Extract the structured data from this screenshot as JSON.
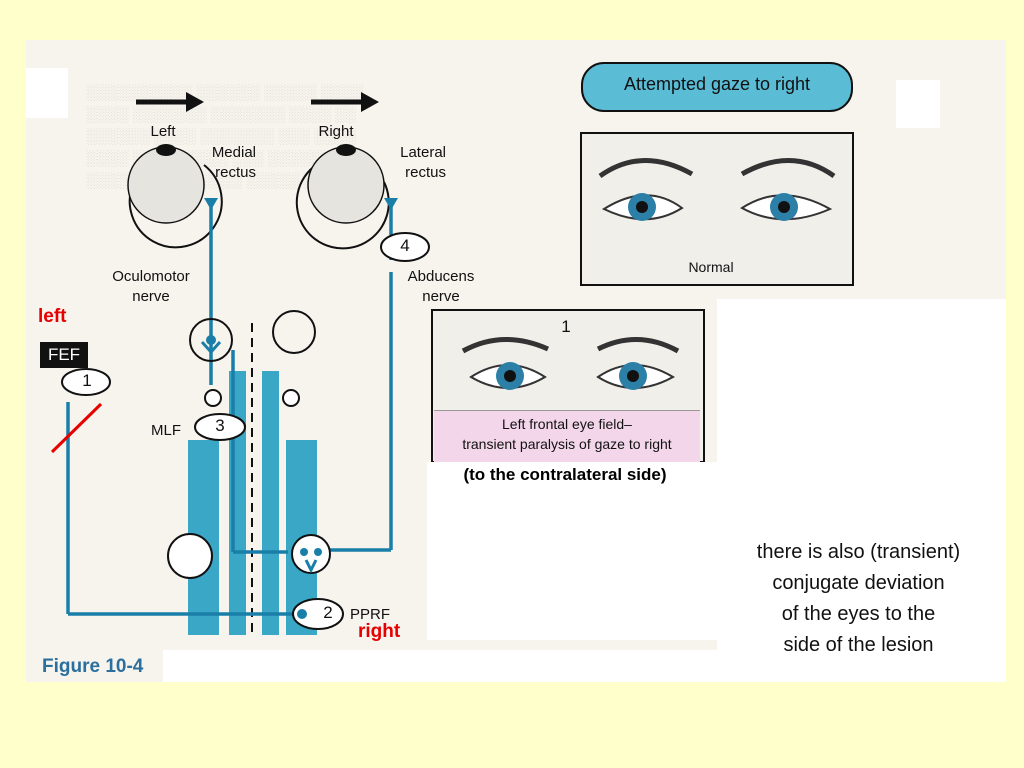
{
  "diagram": {
    "figure_label": "Figure 10-4",
    "left_label": "Left",
    "right_label": "Right",
    "medial_rectus": "Medial\nrectus",
    "lateral_rectus": "Lateral\nrectus",
    "oculomotor_nerve": "Oculomotor\nnerve",
    "abducens_nerve": "Abducens\nnerve",
    "fef": "FEF",
    "num1": "1",
    "num2": "2",
    "num3": "3",
    "num4": "4",
    "mlf": "MLF",
    "pprf": "PPRF"
  },
  "annotations": {
    "left_red": "left",
    "right_red": "right",
    "contralateral": "(to the contralateral side)",
    "note": "there is also (transient)\nconjugate deviation\nof the eyes to the\nside of the lesion"
  },
  "photos": {
    "attempted_gaze": "Attempted gaze to right",
    "normal": "Normal",
    "panel1_number": "1",
    "panel1_caption": "Left frontal eye field–\ntransient paralysis of gaze to right"
  },
  "colors": {
    "pathway": "#1a7fa8",
    "bars": "#3aa7c7",
    "banner": "#5bbcd6",
    "background": "#ffffcc",
    "red": "#e60000",
    "caption_bg": "#f3d6ea",
    "iris": "#2c7fa6"
  }
}
